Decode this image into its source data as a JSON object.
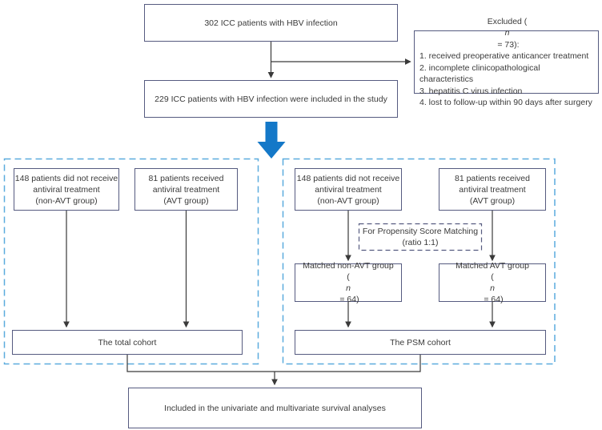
{
  "colors": {
    "box_border": "#565b80",
    "dashed_container": "#5aabde",
    "connector": "#3a3a3a",
    "big_arrow": "#1478c8",
    "text": "#3a3a3a"
  },
  "flowchart": {
    "top": "302 ICC patients with HBV infection",
    "included": "229 ICC patients with HBV infection were included in the study",
    "excluded": {
      "title_pre": "Excluded (",
      "n_symbol": "n",
      "title_post": " = 73):",
      "items": [
        "1. received preoperative anticancer treatment",
        "2. incomplete clinicopathological characteristics",
        "3. hepatitis C virus infection",
        "4. lost to follow-up within 90 days after surgery"
      ]
    },
    "total_arm": {
      "non_avt": [
        "148 patients did not receive",
        "antiviral treatment",
        "(non-AVT group)"
      ],
      "avt": [
        "81 patients received",
        "antiviral treatment",
        "(AVT group)"
      ],
      "cohort": "The total cohort"
    },
    "psm_arm": {
      "non_avt": [
        "148 patients did not receive",
        "antiviral treatment",
        "(non-AVT group)"
      ],
      "avt": [
        "81 patients received",
        "antiviral treatment",
        "(AVT group)"
      ],
      "matching_note": [
        "For Propensity Score Matching",
        "(ratio 1:1)"
      ],
      "matched_non_avt": {
        "line1": "Matched non-AVT group",
        "pre": "(",
        "n_symbol": "n",
        "post": " = 64)"
      },
      "matched_avt": {
        "line1": "Matched AVT group",
        "pre": "(",
        "n_symbol": "n",
        "post": " = 64)"
      },
      "cohort": "The PSM cohort"
    },
    "final": "Included in the univariate and multivariate survival analyses"
  }
}
